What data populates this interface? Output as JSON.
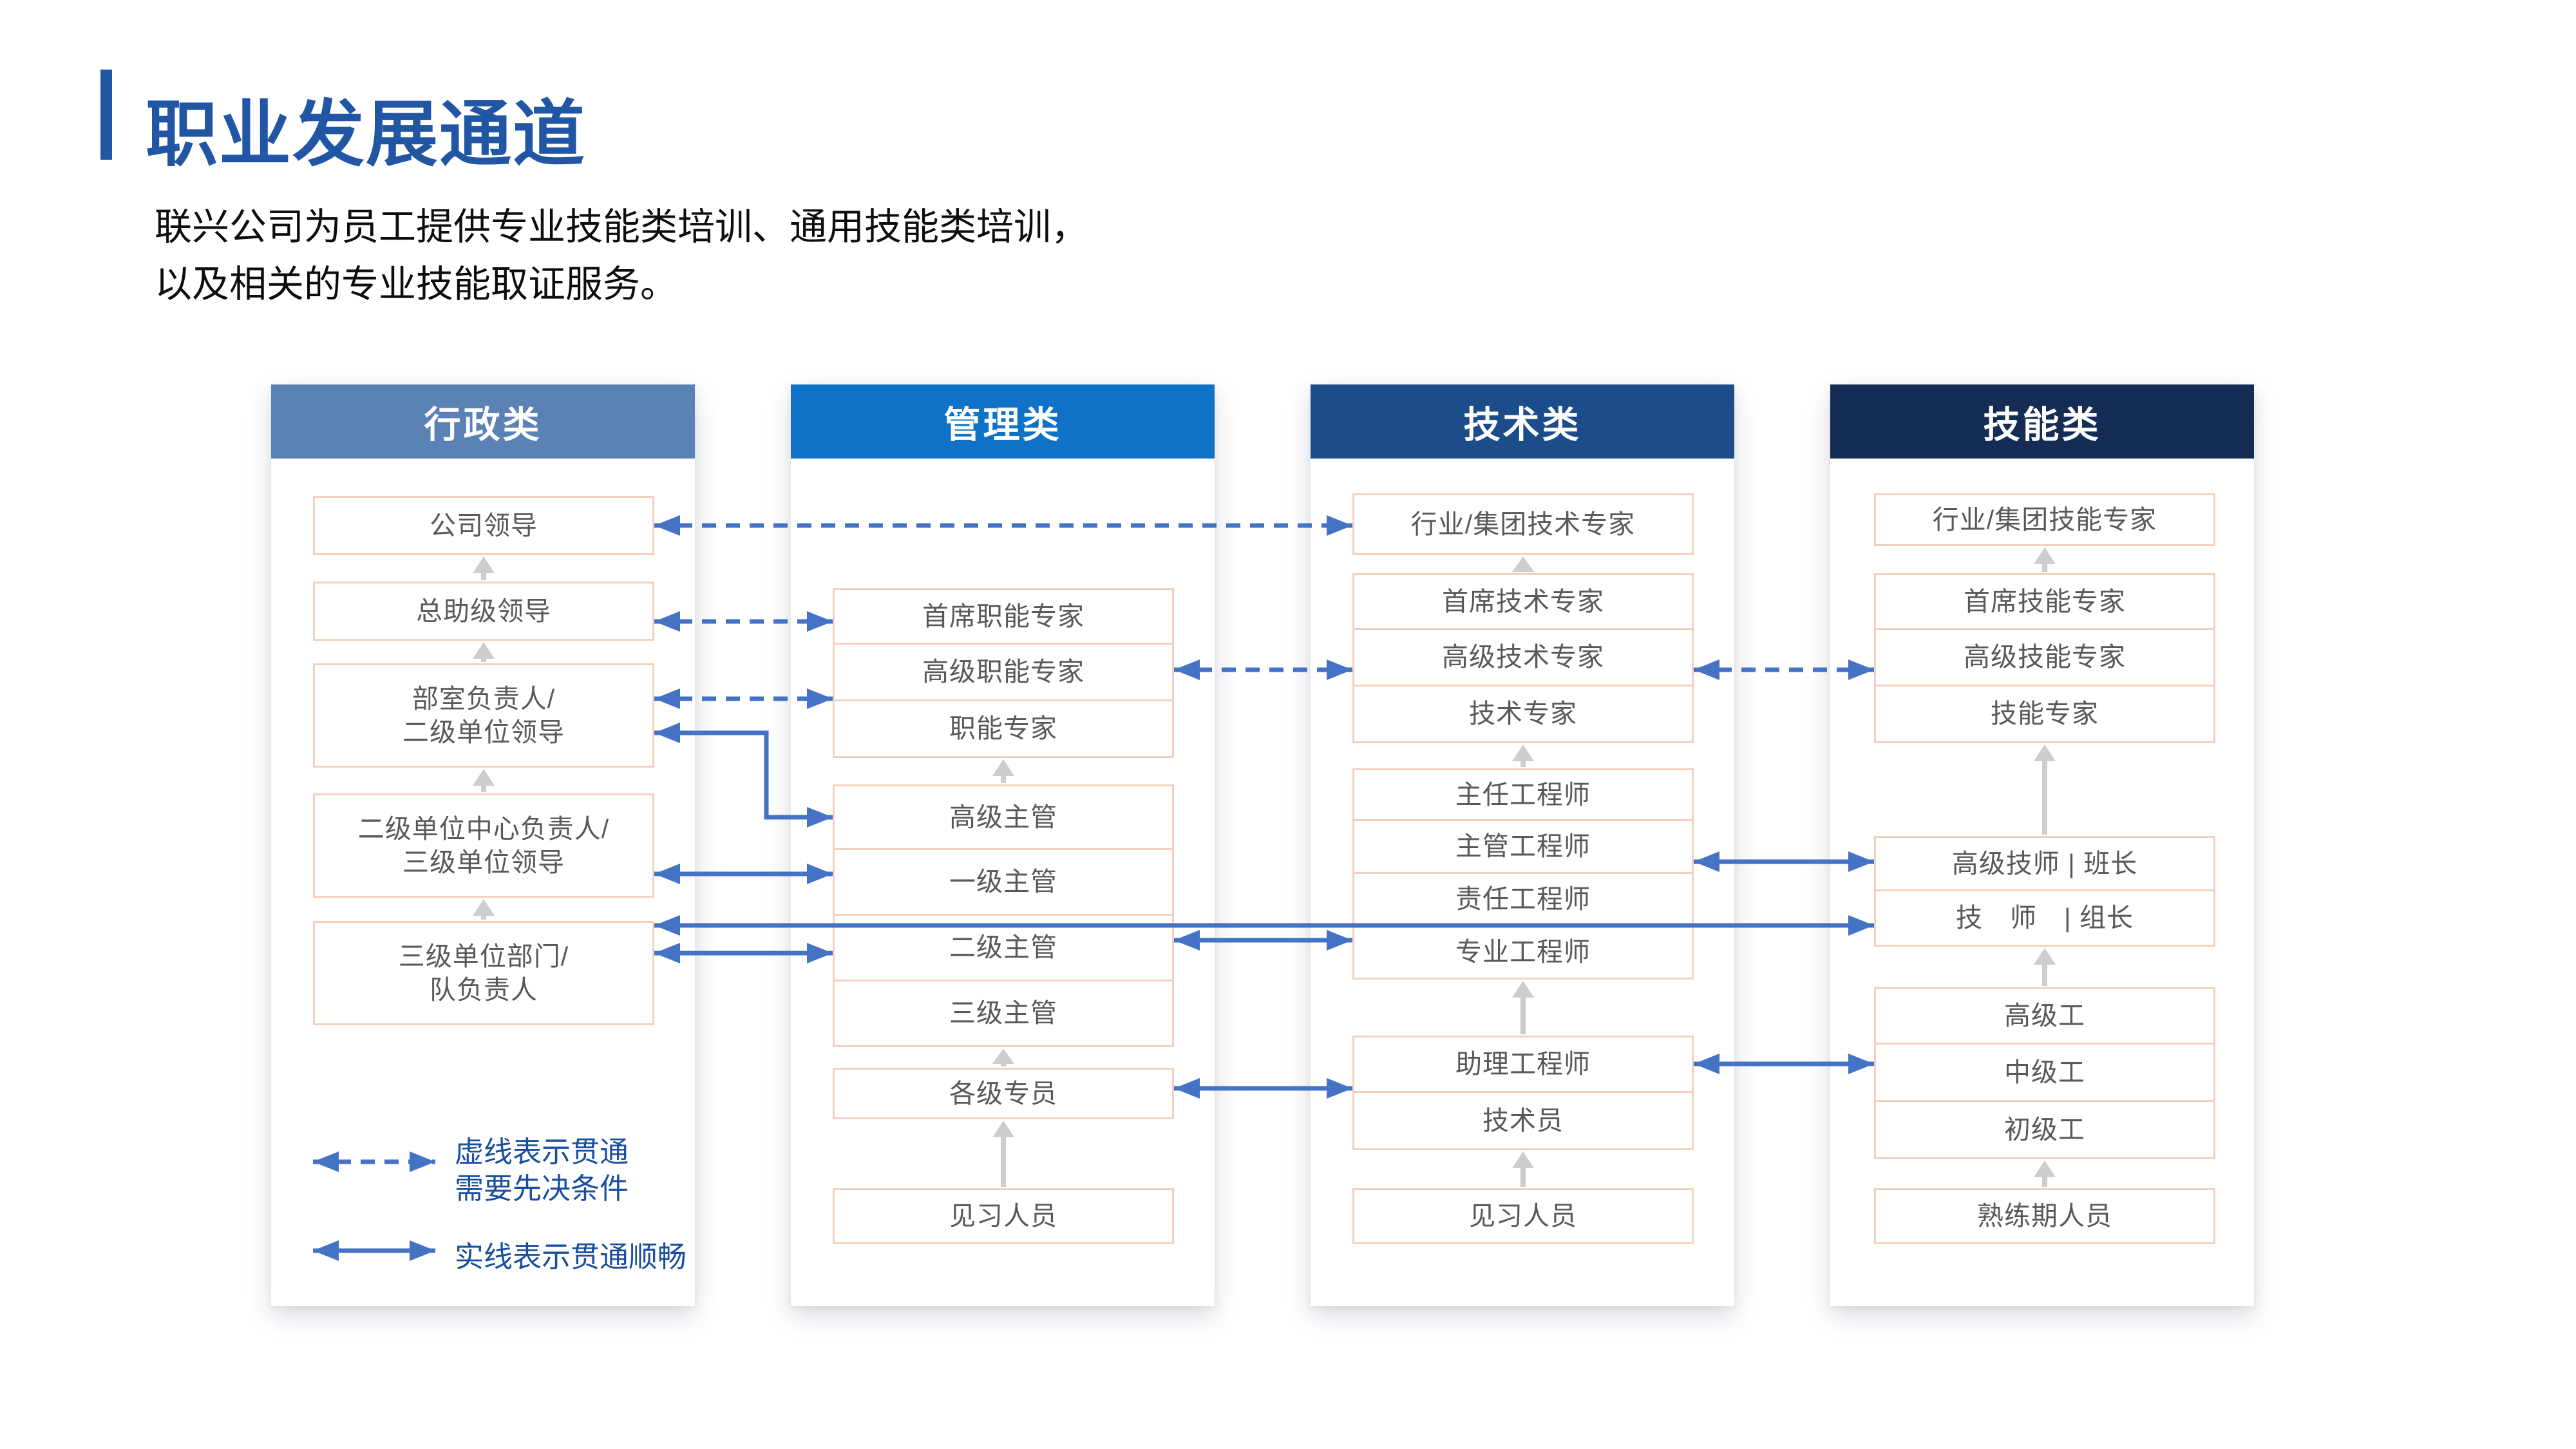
{
  "page": {
    "title": "职业发展通道",
    "subtitle": [
      "联兴公司为员工提供专业技能类培训、通用技能类培训，",
      "以及相关的专业技能取证服务。"
    ]
  },
  "columns": [
    {
      "title": "行政类",
      "levels": [
        {
          "lines": [
            "公司领导"
          ]
        },
        {
          "lines": [
            "总助级领导"
          ]
        },
        {
          "lines": [
            "部室负责人/",
            "二级单位领导"
          ]
        },
        {
          "lines": [
            "二级单位中心负责人/",
            "三级单位领导"
          ]
        },
        {
          "lines": [
            "三级单位部门/",
            "队负责人"
          ]
        }
      ]
    },
    {
      "title": "管理类",
      "experts": [
        "首席职能专家",
        "高级职能专家",
        "职能专家"
      ],
      "supervisors": [
        "高级主管",
        "一级主管",
        "二级主管",
        "三级主管"
      ],
      "specialist": "各级专员",
      "trainee": "见习人员"
    },
    {
      "title": "技术类",
      "top_expert": "行业/集团技术专家",
      "experts": [
        "首席技术专家",
        "高级技术专家",
        "技术专家"
      ],
      "engineers": [
        "主任工程师",
        "主管工程师",
        "责任工程师",
        "专业工程师"
      ],
      "assistants": [
        "助理工程师",
        "技术员"
      ],
      "trainee": "见习人员"
    },
    {
      "title": "技能类",
      "top_expert": "行业/集团技能专家",
      "experts": [
        "首席技能专家",
        "高级技能专家",
        "技能专家"
      ],
      "technicians": [
        "高级技师 | 班长",
        "技　师　| 组长"
      ],
      "workers": [
        "高级工",
        "中级工",
        "初级工"
      ],
      "trainee": "熟练期人员"
    }
  ],
  "legend": {
    "dashed": {
      "lines": [
        "虚线表示贯通",
        "需要先决条件"
      ]
    },
    "solid": {
      "line": "实线表示贯通顺畅"
    }
  },
  "connections": {
    "dashed": [
      "公司领导 ↔ 行业/集团技术专家",
      "总助级领导 ↔ 首席职能专家",
      "部室负责人/二级单位领导 ↔ 高级职能专家·职能专家",
      "高级职能专家 ↔ 高级技术专家",
      "高级技术专家 ↔ 高级技能专家"
    ],
    "solid": [
      "部室负责人/二级单位领导 ↔ 高级主管",
      "二级单位中心负责人/三级单位领导 ↔ 一级主管",
      "三级单位部门/队负责人 ↔ 二级主管",
      "三级单位部门/队负责人 ↔ 技师|组长 (贯通长线)",
      "二级主管 ↔ 专业工程师",
      "各级专员 ↔ 助理工程师",
      "主管工程师 ↔ 高级技师|班长",
      "助理工程师 ↔ 中级工"
    ]
  },
  "colors": {
    "title_blue": "#2156A5",
    "header_admin": "#5B82B4",
    "header_management": "#0F72C6",
    "header_technical": "#1D4C8A",
    "header_skill": "#152C55",
    "connector_blue": "#4472C4",
    "box_border_peach": "#F6D0BE",
    "node_text_gray": "#595959",
    "legend_text_blue": "#1A4E9E",
    "gray_arrow": "#CDCDCD"
  }
}
